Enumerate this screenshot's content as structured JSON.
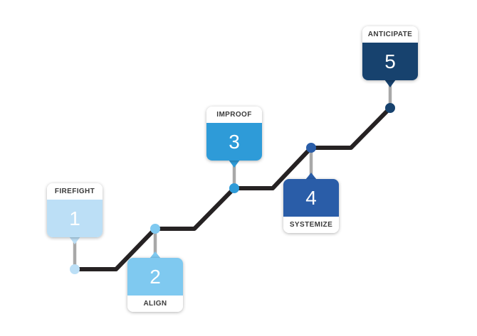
{
  "steps": [
    {
      "number": "1",
      "label": "FIREFIGHT",
      "color": "#BCDFF6",
      "label_position": "top"
    },
    {
      "number": "2",
      "label": "ALIGN",
      "color": "#7FC9F0",
      "label_position": "bottom"
    },
    {
      "number": "3",
      "label": "IMPROOF",
      "color": "#2E9BD8",
      "label_position": "top"
    },
    {
      "number": "4",
      "label": "SYSTEMIZE",
      "color": "#2A5DA8",
      "label_position": "bottom"
    },
    {
      "number": "5",
      "label": "ANTICIPATE",
      "color": "#17426E",
      "label_position": "top"
    }
  ],
  "colors": {
    "background": "#FFFFFF",
    "line": "#262223",
    "stem": "#A8A8A8",
    "card_panel": "#FFFFFF",
    "label_text": "#3A3A3A",
    "number_text": "#FFFFFF"
  }
}
